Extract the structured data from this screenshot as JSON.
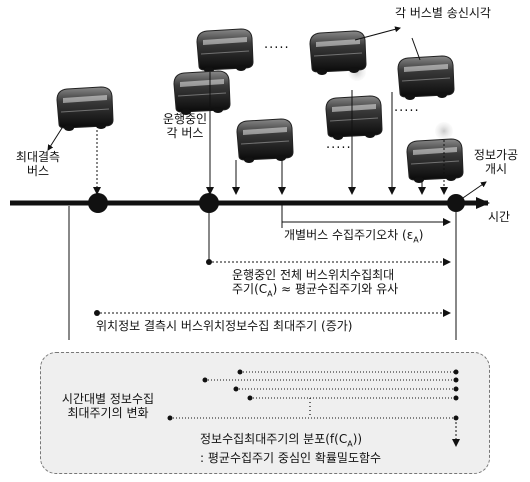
{
  "labels": {
    "send_time": "각 버스별 송신시각",
    "max_missing_bus_line1": "최대결측",
    "max_missing_bus_line2": "버스",
    "running_bus_line1": "운행중인",
    "running_bus_line2": "각 버스",
    "processing_start_line1": "정보가공",
    "processing_start_line2": "개시",
    "time_axis": "시간",
    "dots": "....."
  },
  "arrows": {
    "individual_error": "개별버스 수집주기오차 (ε",
    "individual_error_sub": "A",
    "individual_error_end": ")",
    "all_bus_line1": "운행중인 전체 버스위치수집최대",
    "all_bus_line2a": "주기(C",
    "all_bus_line2_sub": "A",
    "all_bus_line2b": ") ≈ 평균수집주기와 유사",
    "missing_case": "위치정보 결측시 버스위치정보수집 최대주기 (증가)"
  },
  "panel": {
    "change_line1": "시간대별 정보수집",
    "change_line2": "최대주기의 변화",
    "dist_line1a": "정보수집최대주기의 분포(f(C",
    "dist_line1_sub": "A",
    "dist_line1b": "))",
    "dist_line2": ": 평균수집주기 중심인 확률밀도함수"
  }
}
